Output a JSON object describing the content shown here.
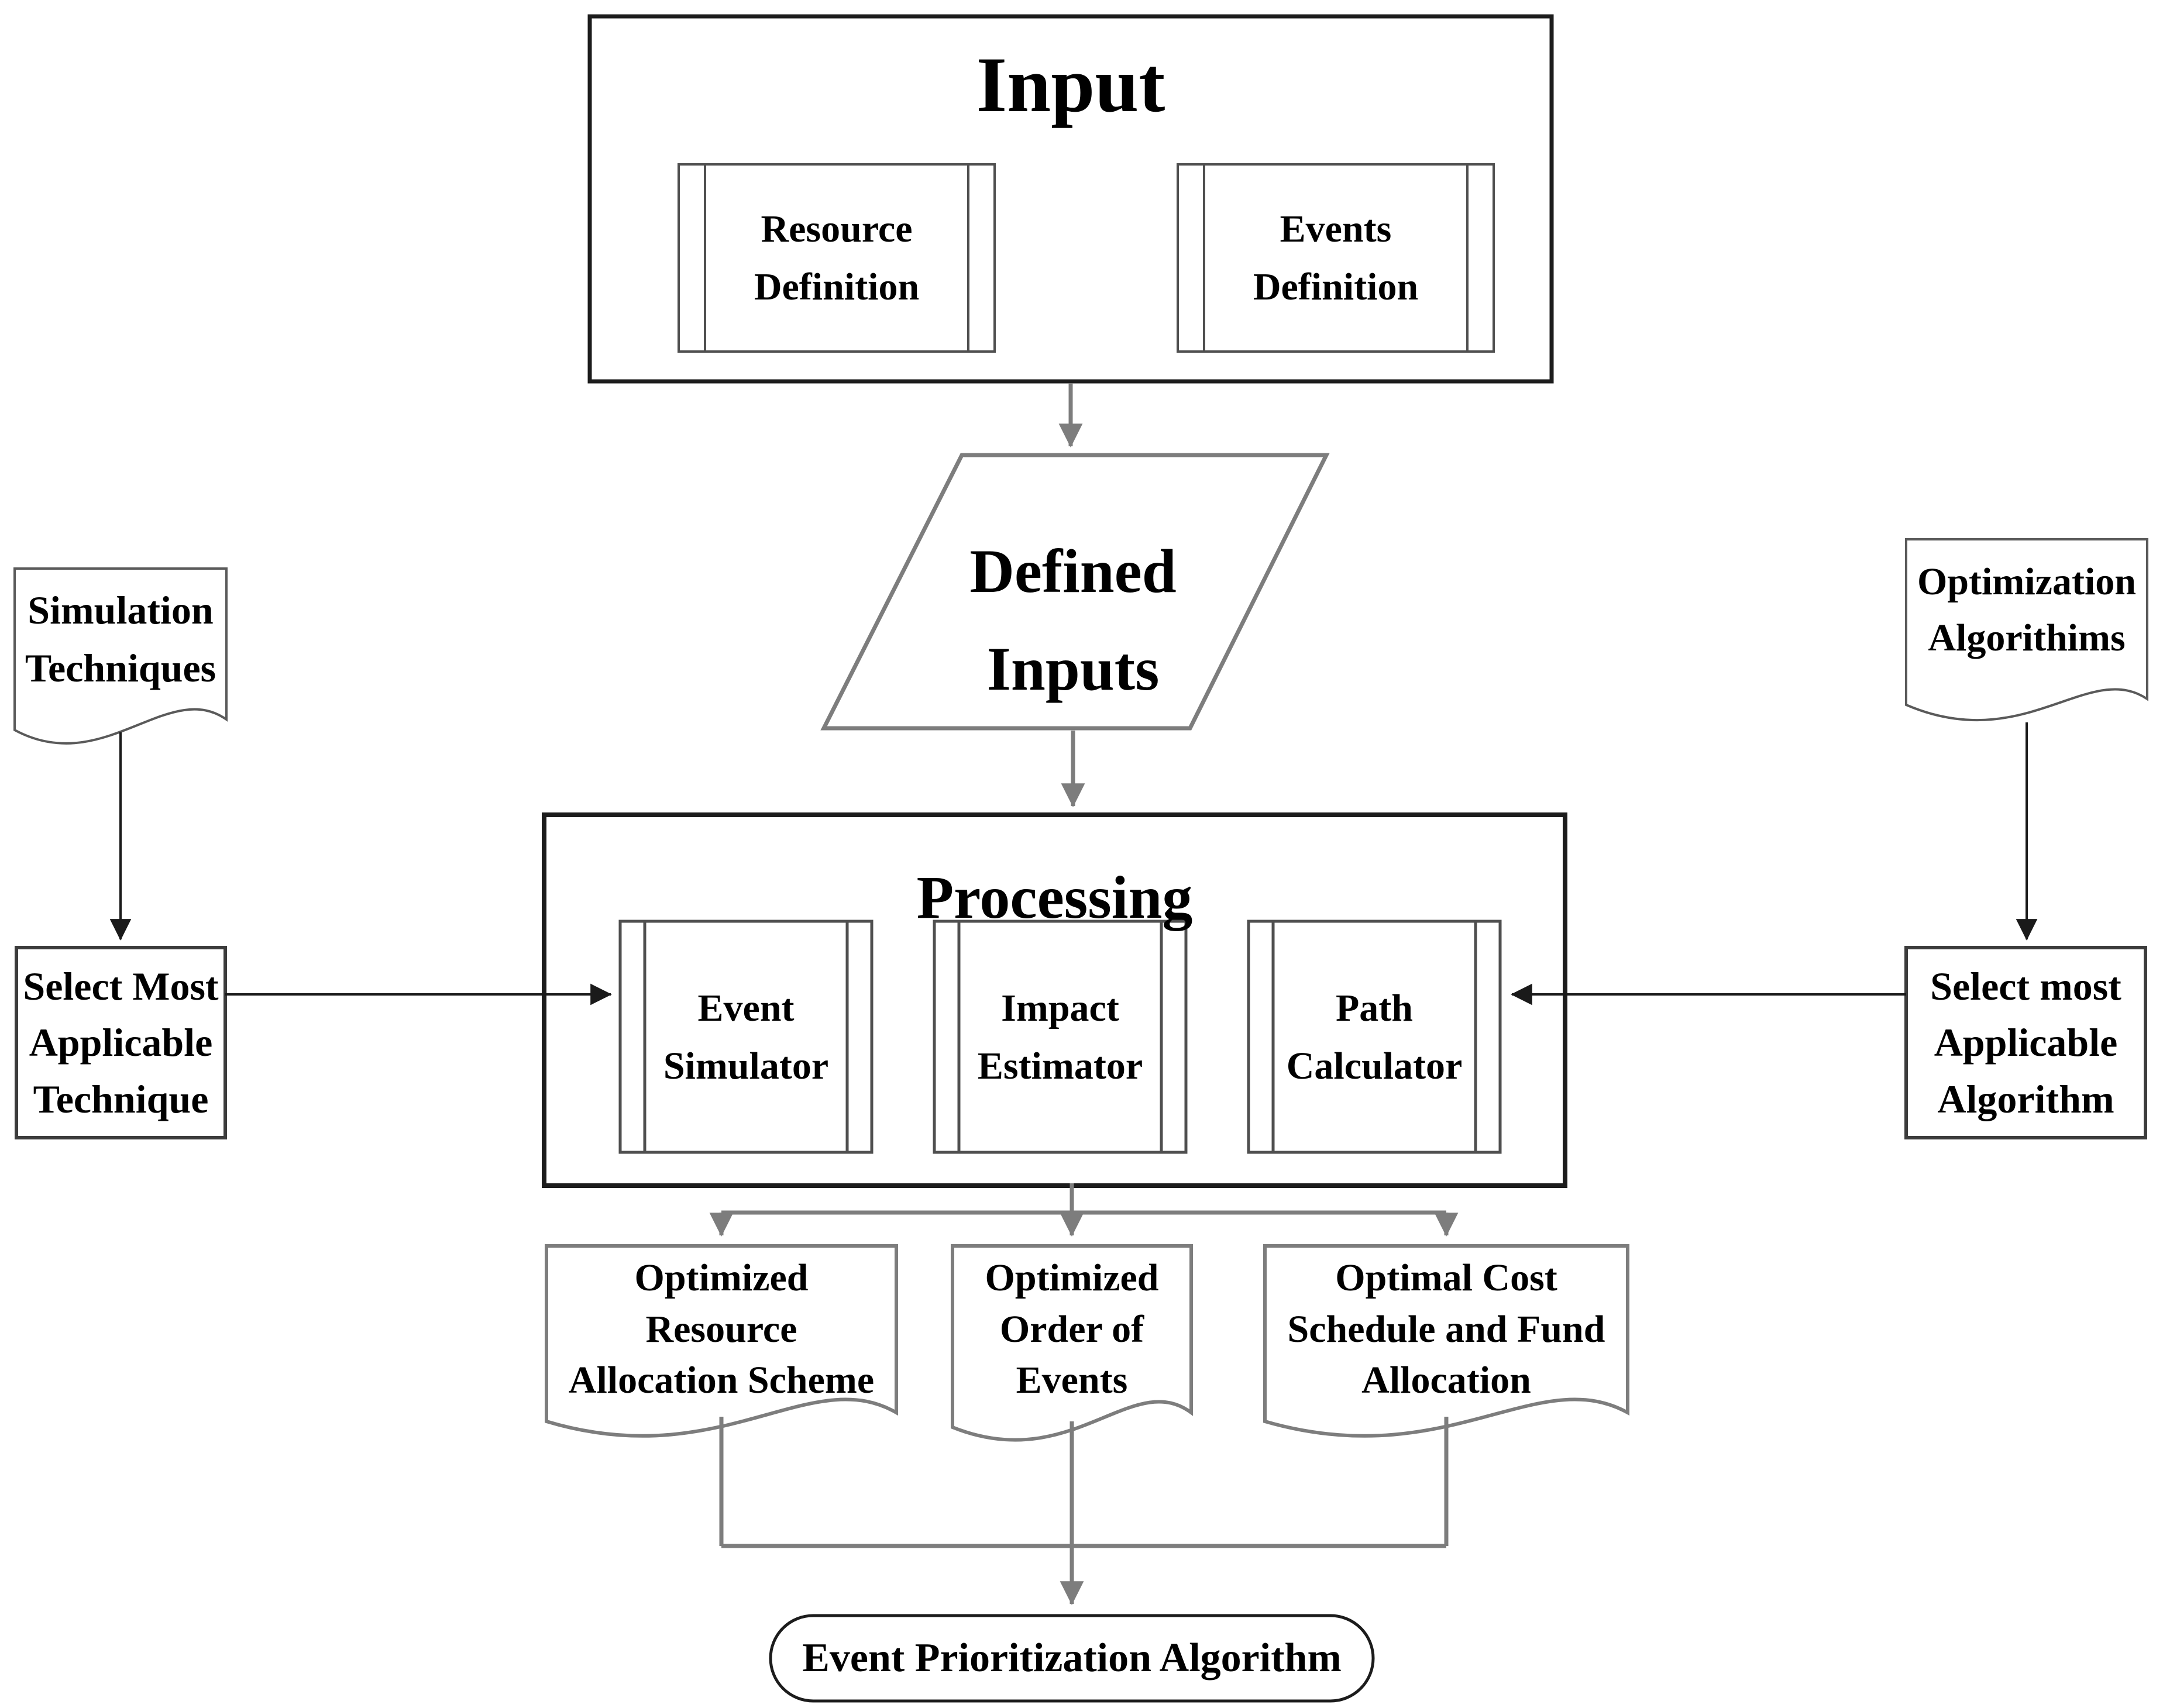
{
  "colors": {
    "background": "#ffffff",
    "text": "#000000",
    "container_border": "#1c1c1c",
    "shape_border": "#4f4f4f",
    "doc_side_border": "#5a5a5a",
    "process_border": "#3c3c3c",
    "flow_gray": "#7d7d7d",
    "arrow_black": "#1a1a1a"
  },
  "input_section": {
    "title": "Input",
    "resource_definition": "Resource\nDefinition",
    "events_definition": "Events\nDefinition"
  },
  "defined_inputs": "Defined\nInputs",
  "processing_section": {
    "title": "Processing",
    "event_simulator": "Event\nSimulator",
    "impact_estimator": "Impact\nEstimator",
    "path_calculator": "Path\nCalculator"
  },
  "left_branch": {
    "document": "Simulation\nTechniques",
    "process": "Select Most\nApplicable\nTechnique"
  },
  "right_branch": {
    "document": "Optimization\nAlgorithims",
    "process": "Select most\nApplicable\nAlgorithm"
  },
  "outputs": {
    "resource_allocation": "Optimized\nResource\nAllocation Scheme",
    "order_of_events": "Optimized\nOrder of\nEvents",
    "cost_schedule": "Optimal Cost\nSchedule and Fund\nAllocation"
  },
  "terminator": "Event Prioritization Algorithm"
}
